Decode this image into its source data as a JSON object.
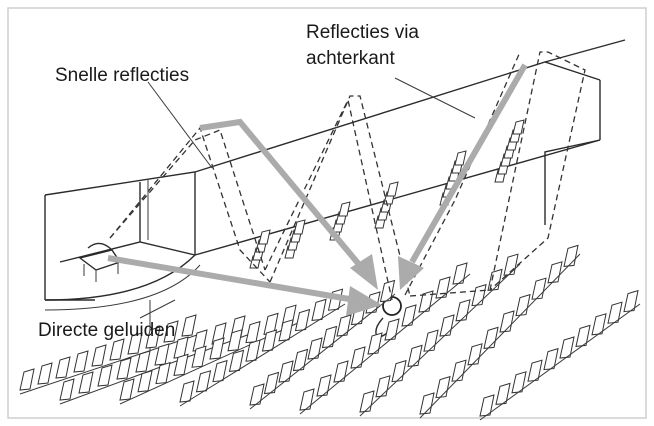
{
  "labels": {
    "fast_reflections": "Snelle reflecties",
    "rear_reflections_line1": "Reflecties via",
    "rear_reflections_line2": "achterkant",
    "direct_sounds": "Directe geluiden"
  },
  "colors": {
    "arrow": "#ababab",
    "line": "#2b2b2b",
    "frame": "#cfcfcf"
  }
}
